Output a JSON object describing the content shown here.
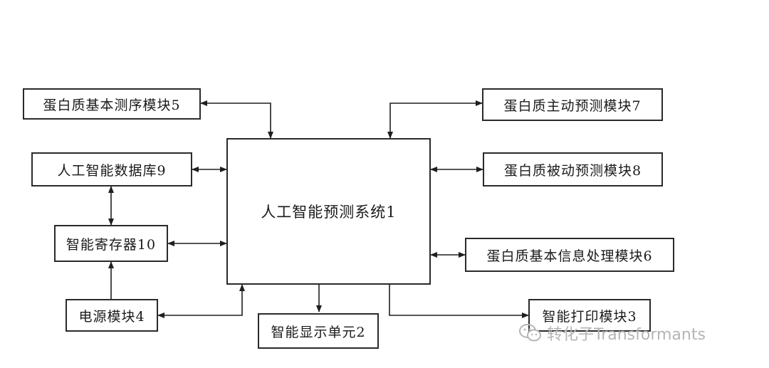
{
  "diagram": {
    "center": "人工智能预测系统1",
    "modules": {
      "basic_sequencing": "蛋白质基本测序模块5",
      "database": "人工智能数据库9",
      "register": "智能寄存器10",
      "power": "电源模块4",
      "display": "智能显示单元2",
      "active_prediction": "蛋白质主动预测模块7",
      "passive_prediction": "蛋白质被动预测模块8",
      "info_processing": "蛋白质基本信息处理模块6",
      "printing": "智能打印模块3"
    }
  },
  "watermark": {
    "text": "转化子Transformants",
    "icon": "wechat-icon"
  },
  "colors": {
    "line": "#1f1f1f",
    "border": "#2a2a2a",
    "watermark": "#b5b5b5"
  }
}
